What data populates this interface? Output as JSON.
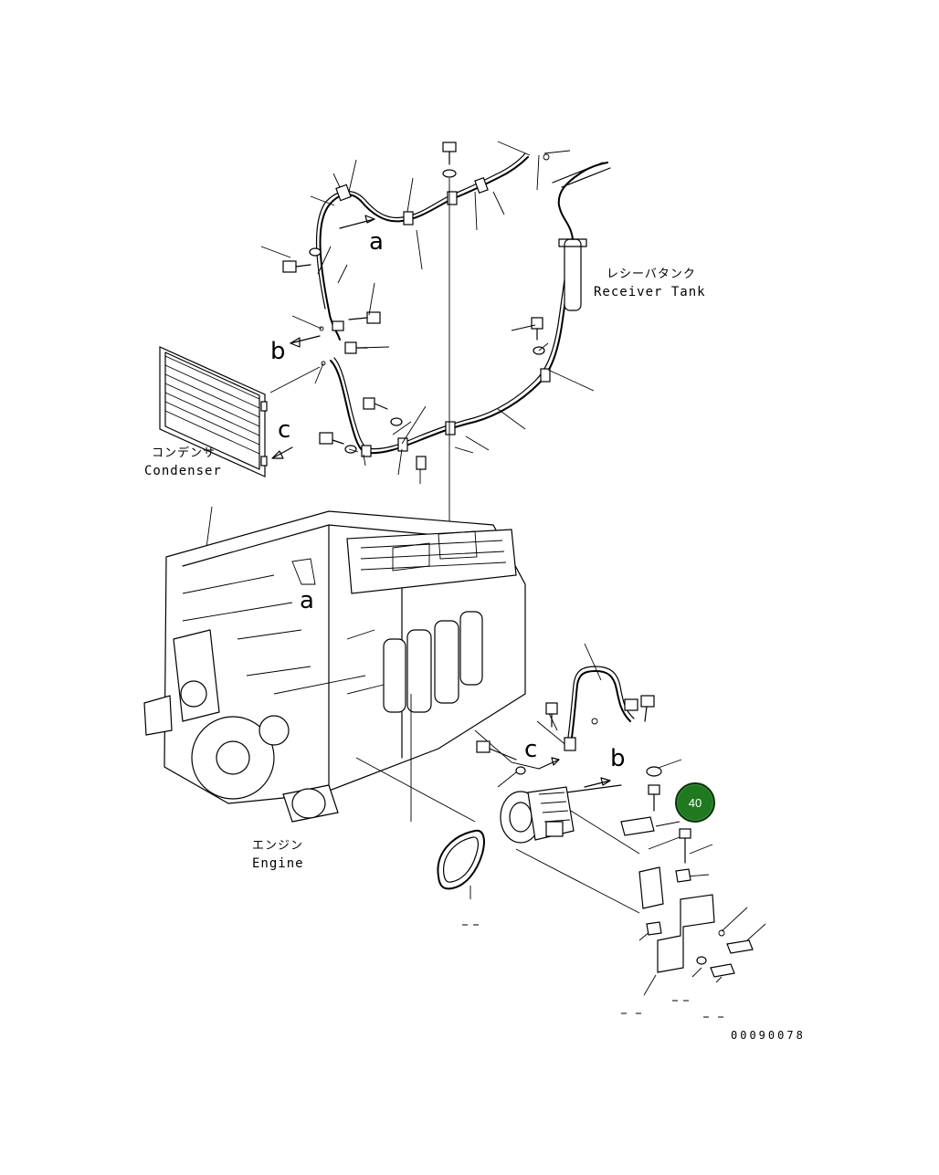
{
  "labels": {
    "receiver_tank_jp": "レシーバタンク",
    "receiver_tank_en": "Receiver Tank",
    "condenser_jp": "コンデンサ",
    "condenser_en": "Condenser",
    "engine_jp": "エンジン",
    "engine_en": "Engine",
    "drawing_number": "00090078"
  },
  "connection_marks": {
    "a_upper": "a",
    "a_engine": "a",
    "b_upper": "b",
    "b_lower": "b",
    "c_upper": "c",
    "c_lower": "c"
  },
  "callouts": [
    {
      "number": "40",
      "color": "#1f7a1f"
    }
  ]
}
